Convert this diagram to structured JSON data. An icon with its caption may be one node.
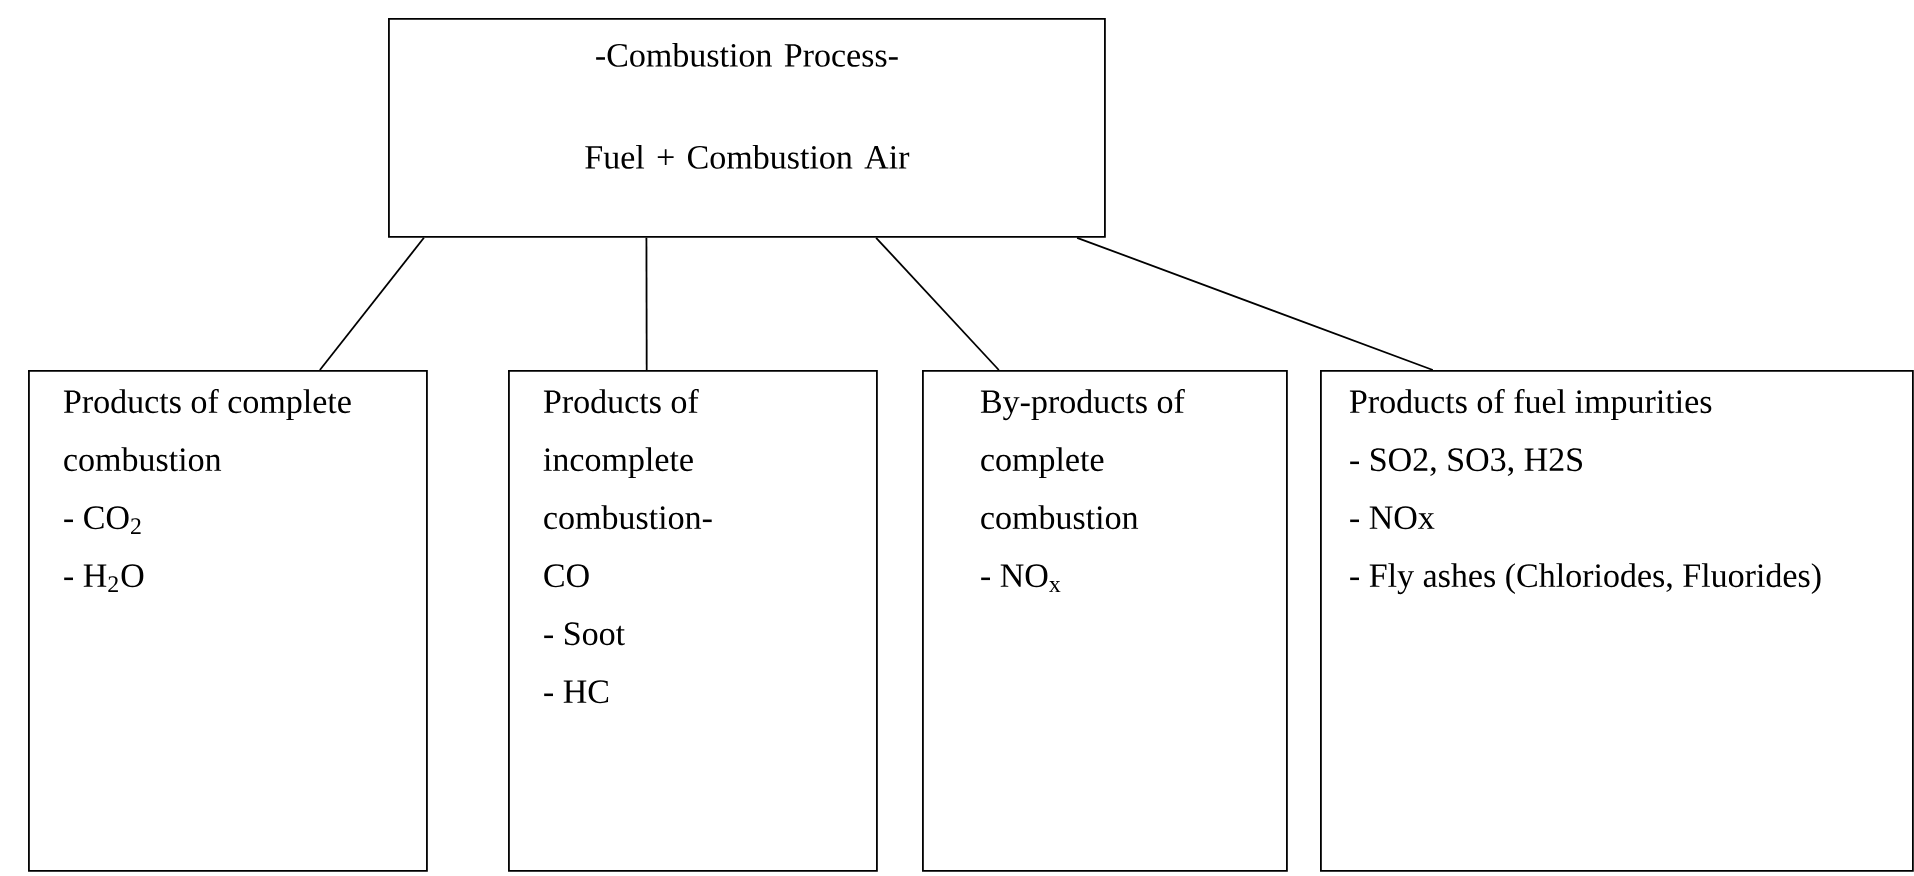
{
  "diagram": {
    "nodes": [
      {
        "text": [
          "-Combustion Process-",
          "Fuel + Combustion Air"
        ]
      },
      {
        "text": [
          "Products of complete combustion",
          "- CO$_{2}$",
          "- H$_{2}$O"
        ]
      },
      {
        "text": [
          "Products of incomplete combustion-",
          "CO",
          "- Soot",
          "- HC"
        ]
      },
      {
        "text": [
          "By-products of complete combustion",
          "- NO$_{x}$"
        ]
      },
      {
        "text": [
          "Products of fuel impurities",
          "- SO2, SO3, H2S",
          "- NOx",
          "- Fly ashes (Chloriodes, Fluorides)"
        ]
      }
    ],
    "edges": [
      {
        "from": 0,
        "to": 1,
        "arrow": "none"
      },
      {
        "from": 0,
        "to": 2,
        "arrow": "none"
      },
      {
        "from": 0,
        "to": 3,
        "arrow": "none"
      },
      {
        "from": 0,
        "to": 4,
        "arrow": "none"
      }
    ]
  }
}
